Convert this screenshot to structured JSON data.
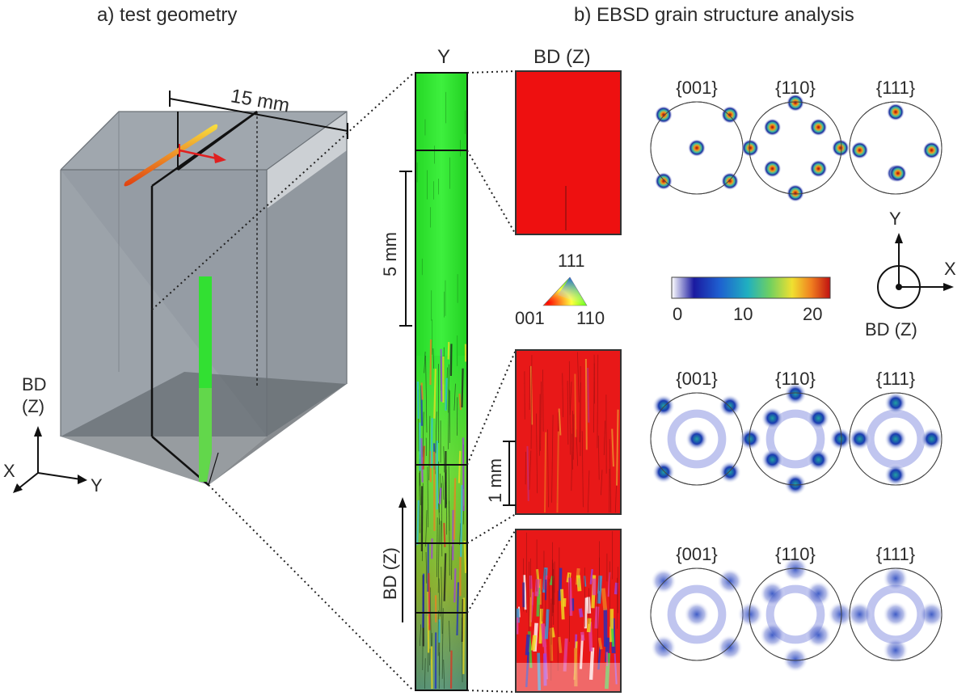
{
  "panel_a": {
    "title": "a) test geometry",
    "width_label": "15 mm",
    "axes": {
      "bd": "BD",
      "z": "(Z)",
      "x": "X",
      "y": "Y"
    }
  },
  "panel_b": {
    "title": "b) EBSD grain structure analysis",
    "strip_label_y": "Y",
    "strip_label_bd": "BD (Z)",
    "scale_5mm": "5 mm",
    "scale_1mm": "1 mm",
    "ipf_key": {
      "top": "111",
      "left": "001",
      "right": "110"
    },
    "colorbar": {
      "ticks": [
        "0",
        "10",
        "20"
      ],
      "stops": [
        "#ffffff",
        "#1a1aa0",
        "#1e5fd0",
        "#20b0c0",
        "#70d060",
        "#f0e030",
        "#f08020",
        "#c01010"
      ]
    },
    "sample_axes": {
      "y": "Y",
      "x": "X",
      "bd": "BD (Z)"
    },
    "pole_figure_rows": [
      {
        "labels": [
          "{001}",
          "{110}",
          "{111}"
        ]
      },
      {
        "labels": [
          "{001}",
          "{110}",
          "{111}"
        ]
      },
      {
        "labels": [
          "{001}",
          "{110}",
          "{111}"
        ]
      }
    ]
  },
  "colors": {
    "ebsd_green": "#22dd22",
    "ebsd_red": "#ee1111",
    "block": "#8e969e",
    "arrow": "#e02020"
  }
}
